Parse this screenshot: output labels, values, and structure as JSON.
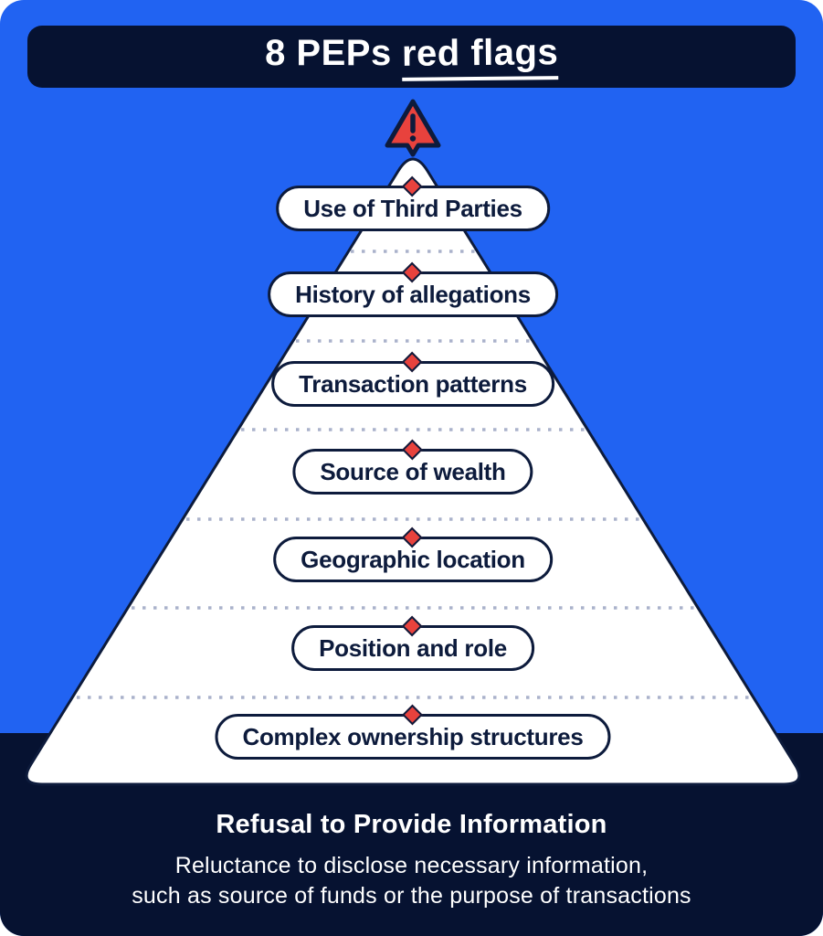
{
  "header": {
    "title_prefix": "8 PEPs",
    "title_underlined": "red flags"
  },
  "pyramid": {
    "levels": [
      {
        "label": "Use of Third Parties"
      },
      {
        "label": "History of allegations"
      },
      {
        "label": "Transaction patterns"
      },
      {
        "label": "Source of wealth"
      },
      {
        "label": "Geographic location"
      },
      {
        "label": "Position and role"
      },
      {
        "label": "Complex ownership structures"
      }
    ]
  },
  "footer": {
    "heading": "Refusal to Provide Information",
    "line1": "Reluctance to disclose necessary information,",
    "line2": "such as source of funds or the purpose of transactions"
  },
  "colors": {
    "background_blue": "#2163F2",
    "background_navy": "#061231",
    "accent_red": "#E8423D",
    "outline_navy": "#0D1B3C",
    "dotted_line": "#AAB2CB",
    "pill_white": "#FFFFFF"
  },
  "icons": {
    "warning": "warning-icon (red rounded triangle with exclamation mark)",
    "marker": "diamond-marker-icon (red diamond on pill top edge)"
  }
}
